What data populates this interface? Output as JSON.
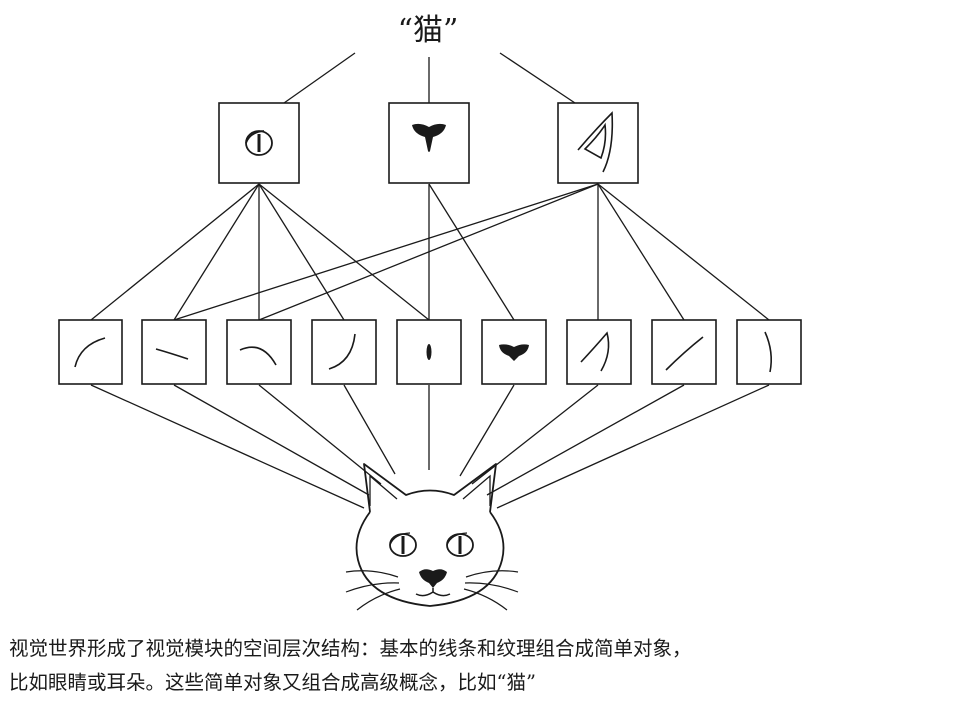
{
  "title": "“猫”",
  "top_features": [
    {
      "name": "cat-eye",
      "icon": "cat-eye-icon"
    },
    {
      "name": "cat-nose",
      "icon": "cat-nose-icon"
    },
    {
      "name": "cat-ear",
      "icon": "cat-ear-icon"
    }
  ],
  "primitives": [
    {
      "name": "arc-curve",
      "icon": "arc-curve-icon"
    },
    {
      "name": "slight-slope",
      "icon": "slope-line-icon"
    },
    {
      "name": "arch-curve",
      "icon": "arch-curve-icon"
    },
    {
      "name": "bent-curve",
      "icon": "bent-curve-icon"
    },
    {
      "name": "vertical-oval",
      "icon": "oval-dot-icon"
    },
    {
      "name": "nose-blob",
      "icon": "nose-blob-icon"
    },
    {
      "name": "ear-tip",
      "icon": "ear-tip-icon"
    },
    {
      "name": "diagonal-line",
      "icon": "diagonal-line-icon"
    },
    {
      "name": "vertical-curve",
      "icon": "vertical-curve-icon"
    }
  ],
  "caption": {
    "line1": "视觉世界形成了视觉模块的空间层次结构：基本的线条和纹理组合成简单对象，",
    "line2": "比如眼睛或耳朵。这些简单对象又组合成高级概念，比如“猫”"
  }
}
